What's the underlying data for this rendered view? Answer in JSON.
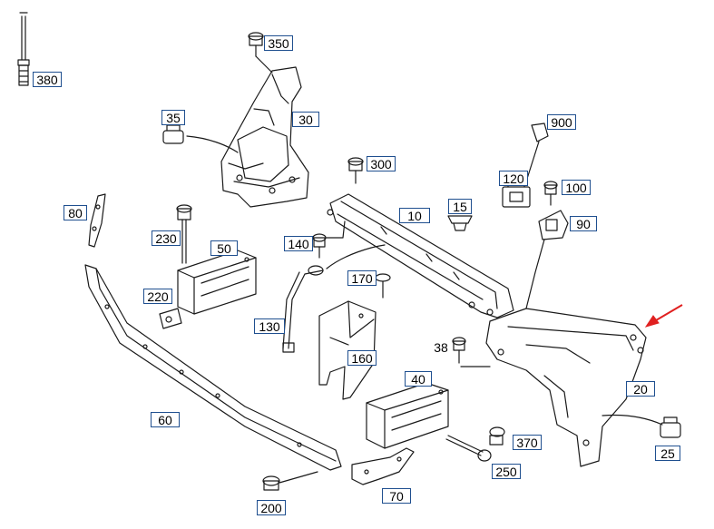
{
  "diagram": {
    "callouts": {
      "c380": "380",
      "c350": "350",
      "c35a": "35",
      "c30": "30",
      "c900": "900",
      "c300": "300",
      "c120": "120",
      "c100": "100",
      "c10": "10",
      "c15": "15",
      "c90": "90",
      "c80": "80",
      "c230": "230",
      "c50": "50",
      "c140": "140",
      "c170": "170",
      "c220": "220",
      "c130": "130",
      "c38": "38",
      "c160": "160",
      "c40": "40",
      "c20": "20",
      "c60": "60",
      "c370": "370",
      "c25": "25",
      "c250": "250",
      "c200": "200",
      "c70": "70"
    },
    "colors": {
      "line": "#1a1a1a",
      "label_border": "#1f4f8f",
      "arrow": "#e02020"
    }
  }
}
